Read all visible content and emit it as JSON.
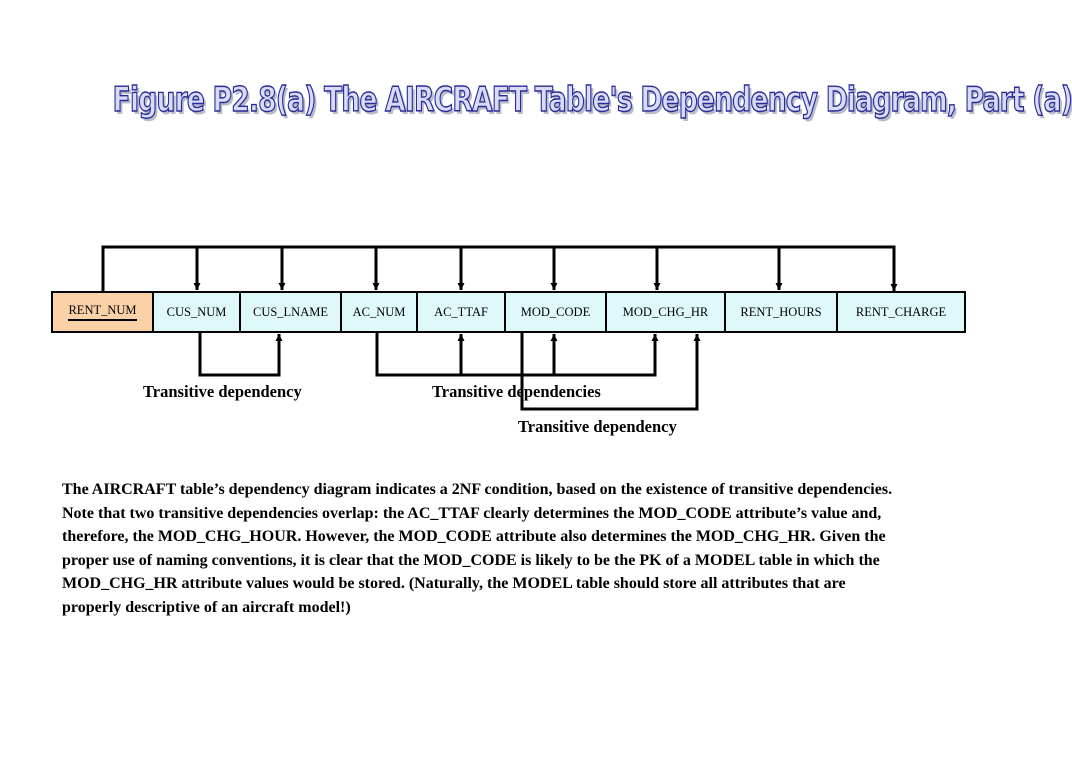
{
  "title": "Figure P2.8(a) The AIRCRAFT Table's Dependency Diagram, Part (a)",
  "attributes": [
    {
      "name": "RENT_NUM",
      "primary_key": true
    },
    {
      "name": "CUS_NUM",
      "primary_key": false
    },
    {
      "name": "CUS_LNAME",
      "primary_key": false
    },
    {
      "name": "AC_NUM",
      "primary_key": false
    },
    {
      "name": "AC_TTAF",
      "primary_key": false
    },
    {
      "name": "MOD_CODE",
      "primary_key": false
    },
    {
      "name": "MOD_CHG_HR",
      "primary_key": false
    },
    {
      "name": "RENT_HOURS",
      "primary_key": false
    },
    {
      "name": "RENT_CHARGE",
      "primary_key": false
    }
  ],
  "labels": {
    "transitive_1": "Transitive dependency",
    "transitive_2": "Transitive dependencies",
    "transitive_3": "Transitive dependency"
  },
  "description": "The AIRCRAFT table’s dependency diagram indicates a 2NF condition, based on the existence of transitive dependencies.  Note that  two  transitive  dependencies overlap:  the  AC_TTAF  clearly determines the MOD_CODE attribute’s value and, therefore,  the MOD_CHG_HOUR.  However, the MOD_CODE  attribute also determines the MOD_CHG_HR. Given the proper use of naming conventions, it is clear that the  MOD_CODE  is likely to be the  PK  of a  MODEL  table in which the MOD_CHG_HR  attribute values would be stored.  (Naturally, the MODEL table should store all attributes that are properly descriptive of an aircraft model!)",
  "colors": {
    "primary_key_fill": "#fbd2a8",
    "attribute_fill": "#dff8fa",
    "title_fill": "#d8dcf6",
    "title_outline": "#2a2a9a"
  }
}
